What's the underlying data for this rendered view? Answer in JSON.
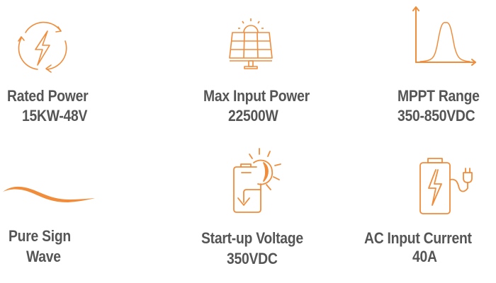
{
  "colors": {
    "accent": "#F08C3A",
    "text": "#555555",
    "background": "#FFFFFF"
  },
  "features": [
    {
      "icon": "refresh-lightning-icon",
      "title": "Rated Power",
      "value": "15KW-48V"
    },
    {
      "icon": "solar-panel-icon",
      "title": "Max Input Power",
      "value": "22500W"
    },
    {
      "icon": "bell-curve-chart-icon",
      "title": "MPPT Range",
      "value": "350-850VDC"
    },
    {
      "icon": "sine-wave-icon",
      "title": "Pure Sign",
      "value": "Wave"
    },
    {
      "icon": "battery-sun-charge-icon",
      "title": "Start-up Voltage",
      "value": "350VDC"
    },
    {
      "icon": "battery-plug-icon",
      "title": "AC Input Current",
      "value": "40A"
    }
  ]
}
